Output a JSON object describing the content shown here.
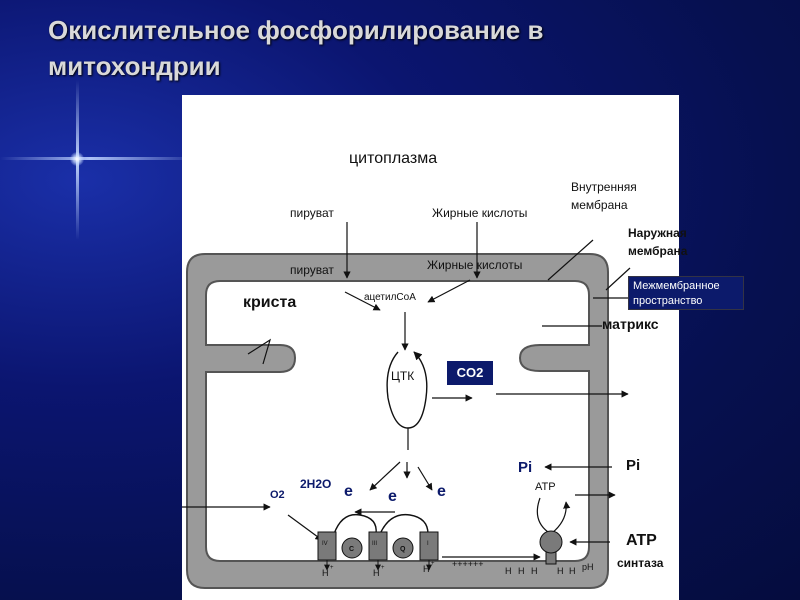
{
  "title_line1": "Окислительное фосфорилирование в",
  "title_line2": "митохондрии",
  "labels": {
    "cytoplasm": "цитоплазма",
    "pyruvate_outer": "пируват",
    "fatty_acids_outer": "Жирные кислоты",
    "inner_membrane_line1": "Внутренняя",
    "inner_membrane_line2": "мембрана",
    "outer_membrane_line1": "Наружная",
    "outer_membrane_line2": "мембрана",
    "pyruvate_inner": "пируват",
    "fatty_acids_inner": "Жирные кислоты",
    "crista": "криста",
    "acetyl_coa": "ацетилCoA",
    "intermembrane_line1": "Межмембранное",
    "intermembrane_line2": "пространство",
    "matrix": "матрикс",
    "tca": "ЦТК",
    "co2": "CO2",
    "pi_inner": "Pi",
    "pi_outer": "Pi",
    "atp_inner": "ATP",
    "atp_outer": "ATP",
    "synthase": "синтаза",
    "h2o": "2H2O",
    "o2": "O2",
    "e1": "e",
    "e2": "e",
    "e3": "e",
    "complex_iv": "IV",
    "complex_c": "C",
    "complex_iii": "III",
    "complex_q": "Q",
    "complex_i": "I",
    "h1": "H",
    "h2": "H",
    "h3": "H",
    "plus_row": "++++++",
    "h4": "H",
    "h5": "H",
    "h6": "H",
    "h7": "H",
    "h8": "H",
    "ph": "pH"
  }
}
